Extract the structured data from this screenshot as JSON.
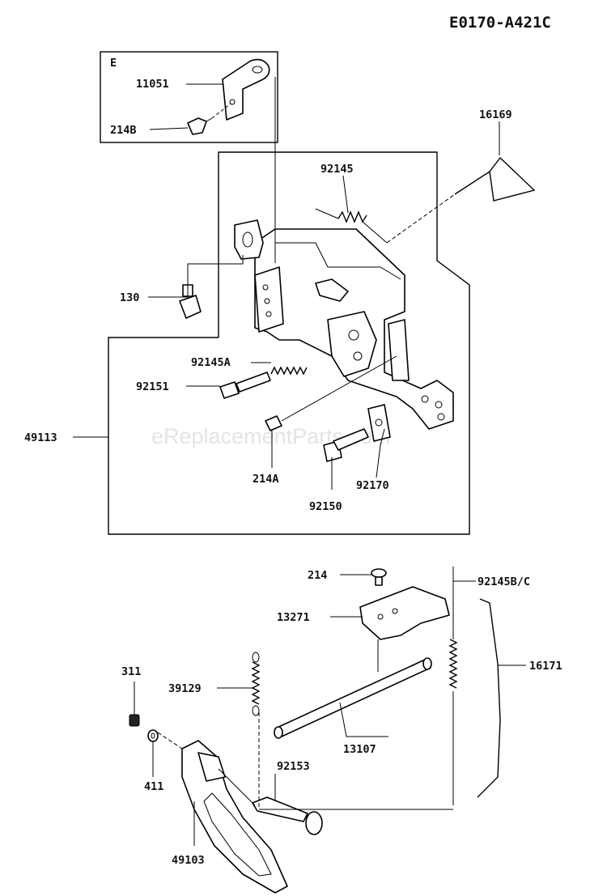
{
  "diagram_code": "E0170-A421C",
  "watermark": "eReplacementParts.com",
  "inset_letter": "E",
  "parts": [
    {
      "id": "11051"
    },
    {
      "id": "214B"
    },
    {
      "id": "16169"
    },
    {
      "id": "92145"
    },
    {
      "id": "130"
    },
    {
      "id": "92145A"
    },
    {
      "id": "92151"
    },
    {
      "id": "49113"
    },
    {
      "id": "214A"
    },
    {
      "id": "92170"
    },
    {
      "id": "92150"
    },
    {
      "id": "214"
    },
    {
      "id": "92145B/C"
    },
    {
      "id": "13271"
    },
    {
      "id": "16171"
    },
    {
      "id": "311"
    },
    {
      "id": "39129"
    },
    {
      "id": "13107"
    },
    {
      "id": "92153"
    },
    {
      "id": "411"
    },
    {
      "id": "49103"
    }
  ]
}
